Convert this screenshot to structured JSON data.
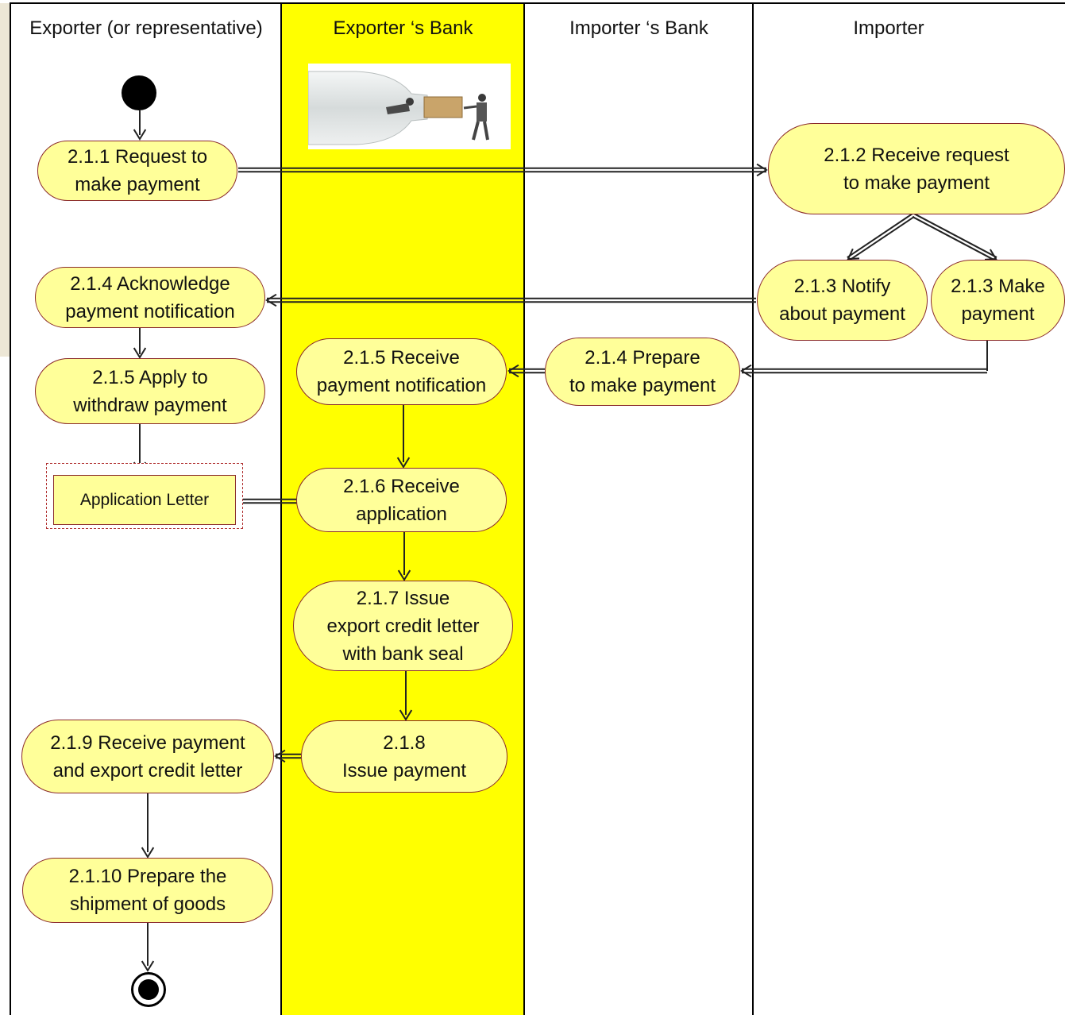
{
  "lanes": {
    "exporter": "Exporter (or representative)",
    "exporter_bank": "Exporter ‘s Bank",
    "importer_bank": "Importer ‘s Bank",
    "importer": "Importer"
  },
  "nodes": {
    "n211": "2.1.1 Request  to\nmake payment",
    "n212": "2.1.2 Receive request\nto make payment",
    "n213a": "2.1.3 Notify\nabout payment",
    "n213b": "2.1.3 Make\npayment",
    "n214a": "2.1.4 Acknowledge\npayment notification",
    "n214b": "2.1.4 Prepare\nto make payment",
    "n215a": "2.1.5 Apply to\nwithdraw payment",
    "n215b": "2.1.5 Receive\npayment notification",
    "n216": "2.1.6 Receive\napplication",
    "n217": "2.1.7 Issue\nexport credit letter\nwith bank seal",
    "n218": "2.1.8\nIssue payment",
    "n219": "2.1.9 Receive payment\nand export credit letter",
    "n2110": "2.1.10 Prepare the\nshipment of goods"
  },
  "document": "Application Letter",
  "colors": {
    "lane_highlight": "#ffff00",
    "node_fill": "#ffff99",
    "node_border": "#8a2a2a",
    "left_tab": "#ede7d6"
  }
}
